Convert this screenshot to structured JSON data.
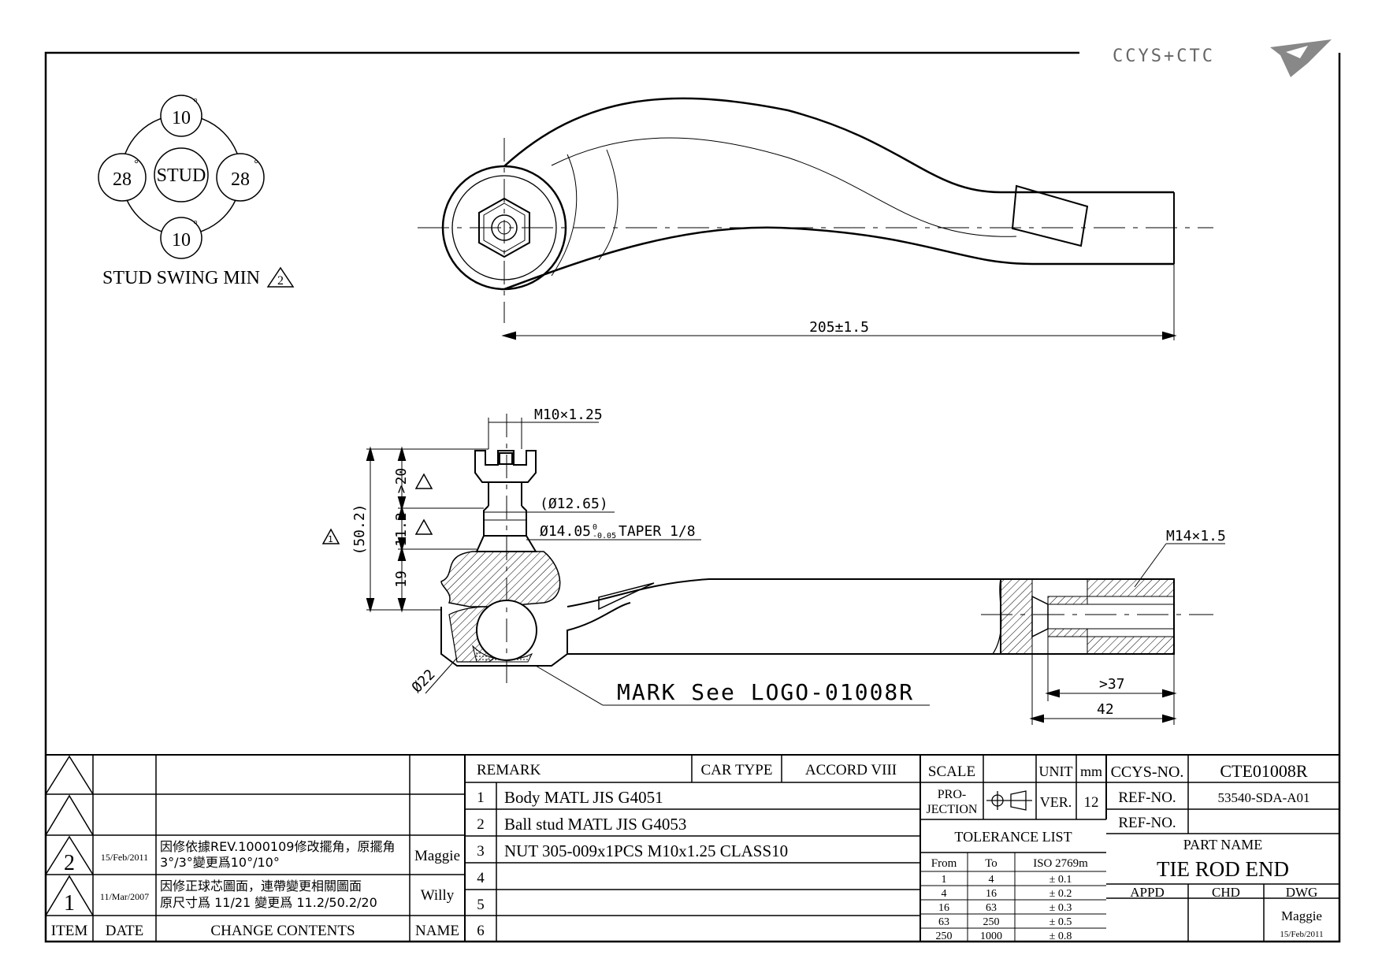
{
  "logo": {
    "text": "CCYS+CTC"
  },
  "swing": {
    "top": "10",
    "bottom": "10",
    "left": "28",
    "right": "28",
    "degree": "°",
    "center": "STUD",
    "caption": "STUD SWING MIN",
    "rev_mark": "2"
  },
  "dims": {
    "overall_length": "205±1.5",
    "thread_stud": "M10×1.25",
    "h_total": "(50.2)",
    "h_thread": ">20",
    "h_taper": "11.2",
    "h_base": "19",
    "dia_taper_ref": "(Ø12.65)",
    "dia_taper": "Ø14.05",
    "tol_upper": "0",
    "tol_lower": "-0.05",
    "taper_note": "TAPER 1/8",
    "dia_body": "Ø22",
    "thread_rod": "M14×1.5",
    "depth_min": ">37",
    "depth": "42",
    "rev_mark": "1",
    "mark_note": "MARK See LOGO-01008R"
  },
  "revisions": {
    "headers": {
      "item": "ITEM",
      "date": "DATE",
      "contents": "CHANGE CONTENTS",
      "name": "NAME"
    },
    "rows": [
      {
        "item": "2",
        "date": "15/Feb/2011",
        "line1": "因修依據REV.1000109修改擺角，原擺角",
        "line2": "3°/3°變更爲10°/10°",
        "name": "Maggie"
      },
      {
        "item": "1",
        "date": "11/Mar/2007",
        "line1": "因修正球芯圖面，連帶變更相關圖面",
        "line2": "原尺寸爲 11/21 變更爲 11.2/50.2/20",
        "name": "Willy"
      }
    ]
  },
  "remarks": {
    "header": "REMARK",
    "car_type_label": "CAR TYPE",
    "car_type": "ACCORD VIII",
    "rows": [
      {
        "no": "1",
        "text": "Body MATL JIS G4051"
      },
      {
        "no": "2",
        "text": "Ball stud MATL JIS G4053"
      },
      {
        "no": "3",
        "text": "NUT 305-009x1PCS M10x1.25 CLASS10"
      },
      {
        "no": "4",
        "text": ""
      },
      {
        "no": "5",
        "text": ""
      },
      {
        "no": "6",
        "text": ""
      }
    ]
  },
  "scale": {
    "scale_label": "SCALE",
    "unit_label": "UNIT",
    "unit": "mm",
    "projection_label_1": "PRO-",
    "projection_label_2": "JECTION",
    "ver_label": "VER.",
    "ver": "12"
  },
  "tolerance": {
    "title": "TOLERANCE LIST",
    "headers": {
      "from": "From",
      "to": "To",
      "iso": "ISO 2769m"
    },
    "rows": [
      {
        "from": "1",
        "to": "4",
        "tol": "± 0.1"
      },
      {
        "from": "4",
        "to": "16",
        "tol": "± 0.2"
      },
      {
        "from": "16",
        "to": "63",
        "tol": "± 0.3"
      },
      {
        "from": "63",
        "to": "250",
        "tol": "± 0.5"
      },
      {
        "from": "250",
        "to": "1000",
        "tol": "± 0.8"
      }
    ]
  },
  "title_block": {
    "ccys_label": "CCYS-NO.",
    "ccys_no": "CTE01008R",
    "ref_label": "REF-NO.",
    "ref_no": "53540-SDA-A01",
    "ref_label_2": "REF-NO.",
    "ref_no_2": "",
    "part_name_label": "PART NAME",
    "part_name": "TIE ROD END",
    "appd": "APPD",
    "chd": "CHD",
    "dwg": "DWG",
    "drawn_by": "Maggie",
    "drawn_date": "15/Feb/2011"
  }
}
